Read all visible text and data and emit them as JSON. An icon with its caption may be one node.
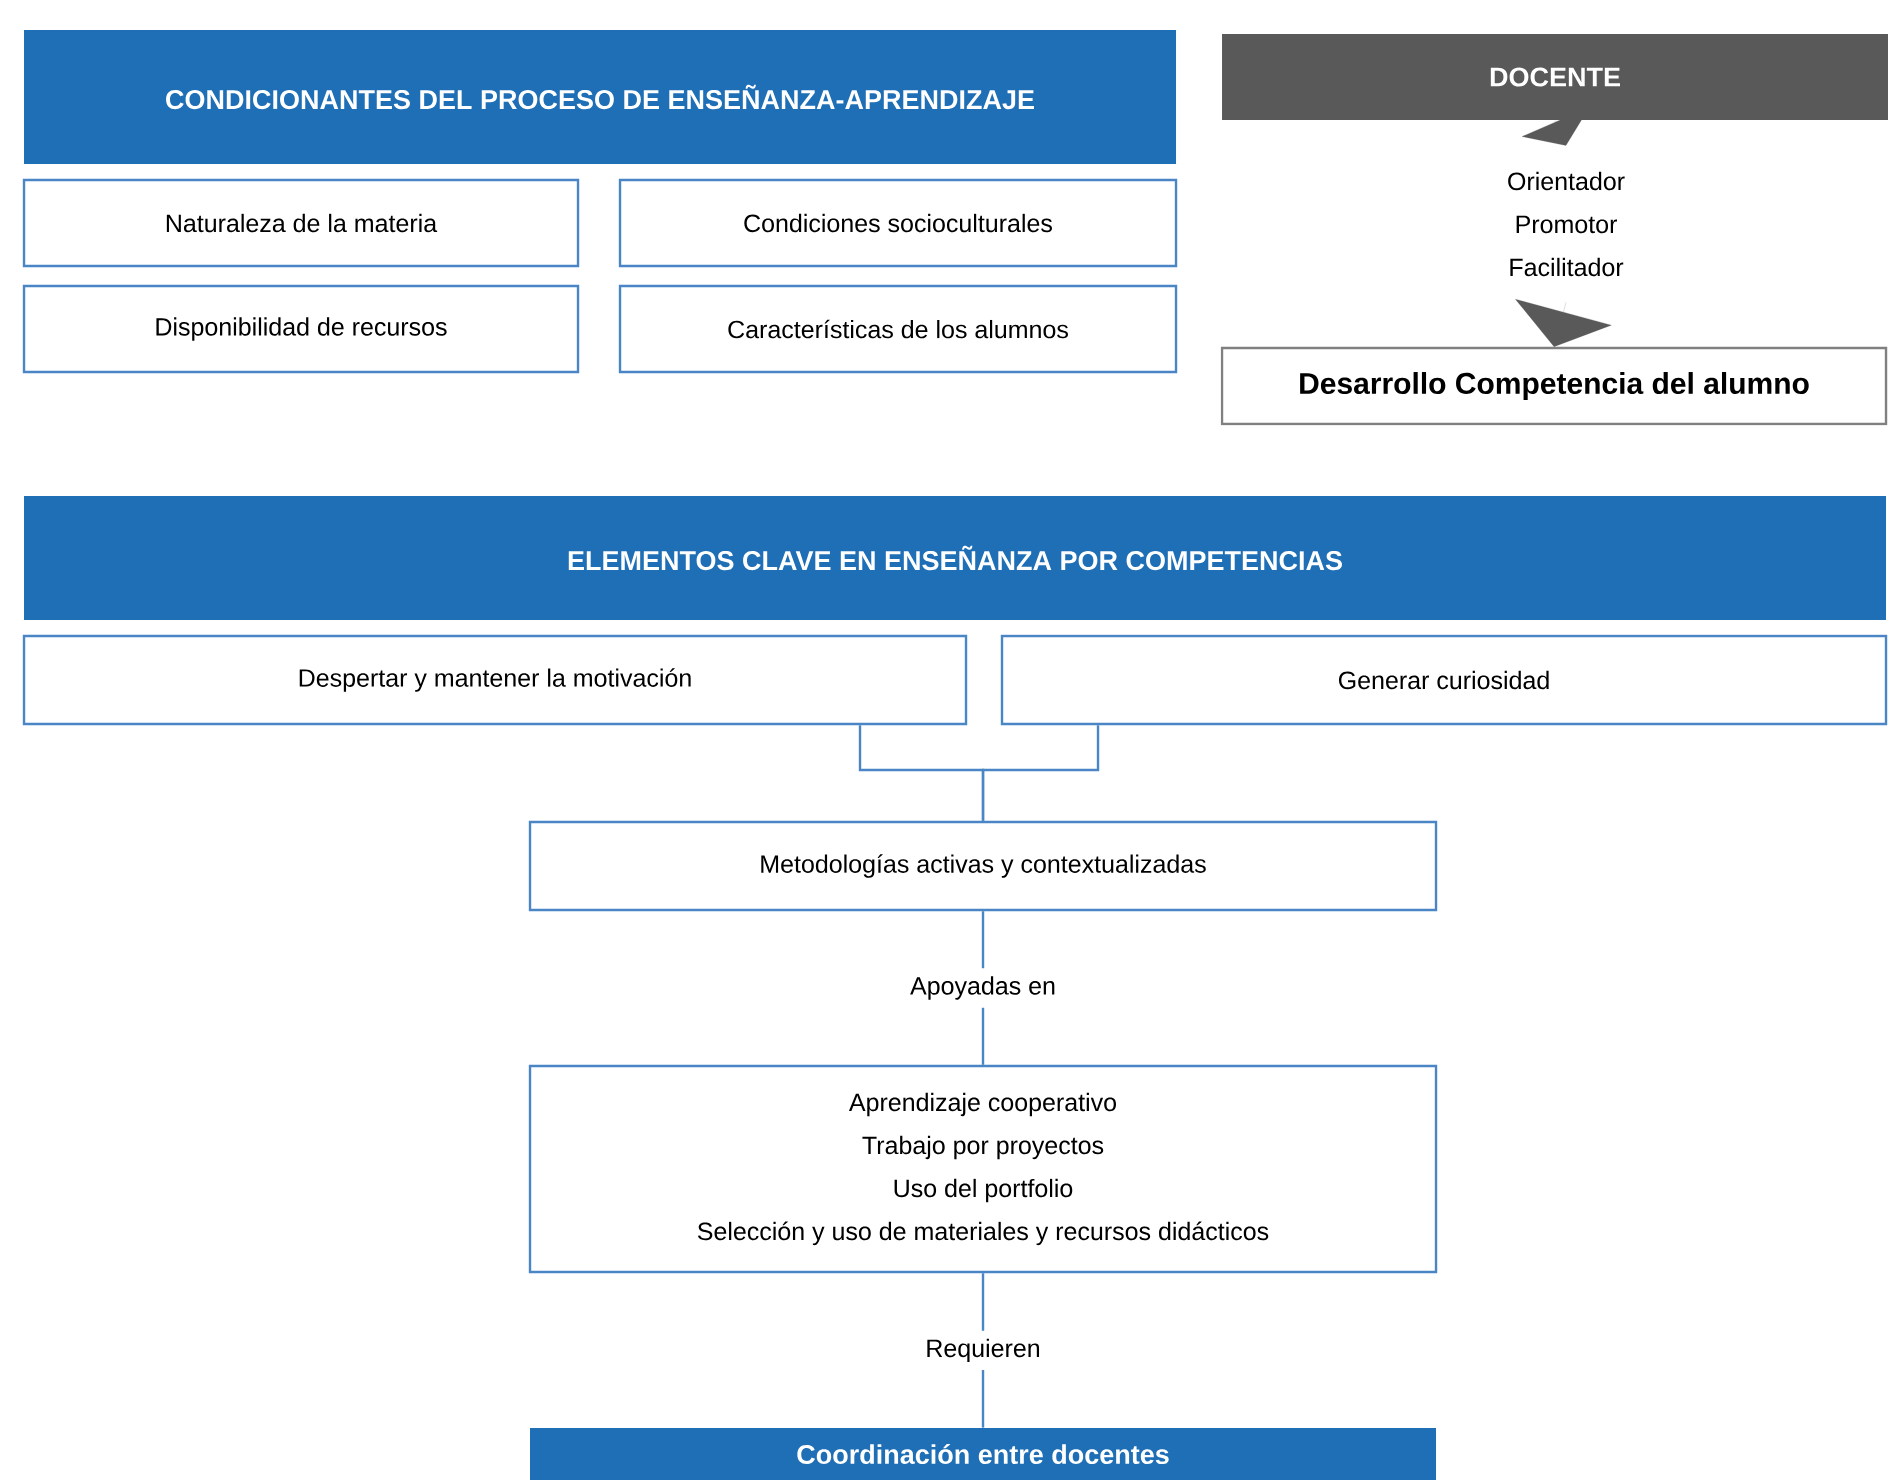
{
  "diagram": {
    "nodes": [
      {
        "text": [
          "CONDICIONANTES DEL PROCESO DE ENSEÑANZA-APRENDIZAJE"
        ]
      },
      {
        "text": [
          "Naturaleza de la materia"
        ]
      },
      {
        "text": [
          "Condiciones socioculturales"
        ]
      },
      {
        "text": [
          "Disponibilidad de recursos"
        ]
      },
      {
        "text": [
          "Características de los alumnos"
        ]
      },
      {
        "text": [
          "DOCENTE"
        ]
      },
      {
        "text": [
          "Orientador",
          "Promotor",
          "Facilitador"
        ]
      },
      {
        "text": [
          "Desarrollo Competencia del alumno"
        ]
      },
      {
        "text": [
          "ELEMENTOS CLAVE EN ENSEÑANZA POR COMPETENCIAS"
        ]
      },
      {
        "text": [
          "Despertar y mantener la motivación"
        ]
      },
      {
        "text": [
          "Generar curiosidad"
        ]
      },
      {
        "text": [
          "Metodologías activas y contextualizadas"
        ]
      },
      {
        "text": [
          "Aprendizaje cooperativo",
          "Trabajo por proyectos",
          "Uso del portfolio",
          "Selección y uso de materiales y recursos didácticos"
        ]
      },
      {
        "text": [
          "Coordinación entre docentes"
        ]
      }
    ],
    "edges": [
      {
        "from": 5,
        "to": 6,
        "arrow": "to",
        "color": "#595959"
      },
      {
        "from": 6,
        "to": 7,
        "arrow": "to",
        "color": "#595959"
      },
      {
        "from": 9,
        "to": 11,
        "arrow": "none"
      },
      {
        "from": 10,
        "to": 11,
        "arrow": "none"
      },
      {
        "from": 11,
        "to": 12,
        "arrow": "none",
        "label": "Apoyadas en"
      },
      {
        "from": 12,
        "to": 13,
        "arrow": "none",
        "label": "Requieren"
      }
    ]
  }
}
